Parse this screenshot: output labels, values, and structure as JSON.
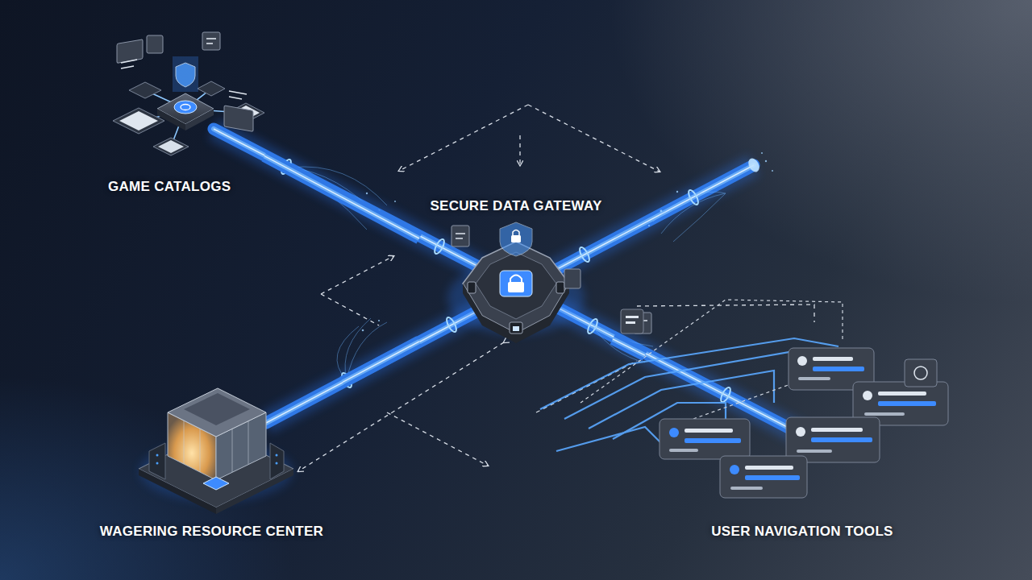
{
  "diagram": {
    "nodes": [
      {
        "text": [
          "GAME CATALOGS"
        ]
      },
      {
        "text": [
          "SECURE DATA GATEWAY"
        ]
      },
      {
        "text": [
          "WAGERING RESOURCE CENTER"
        ]
      },
      {
        "text": [
          "USER NAVIGATION TOOLS"
        ]
      }
    ],
    "edges": [
      {
        "from": 0,
        "to": 1,
        "arrow": "none"
      },
      {
        "from": 2,
        "to": 1,
        "arrow": "none"
      },
      {
        "from": 1,
        "to": 3,
        "arrow": "none"
      }
    ]
  }
}
